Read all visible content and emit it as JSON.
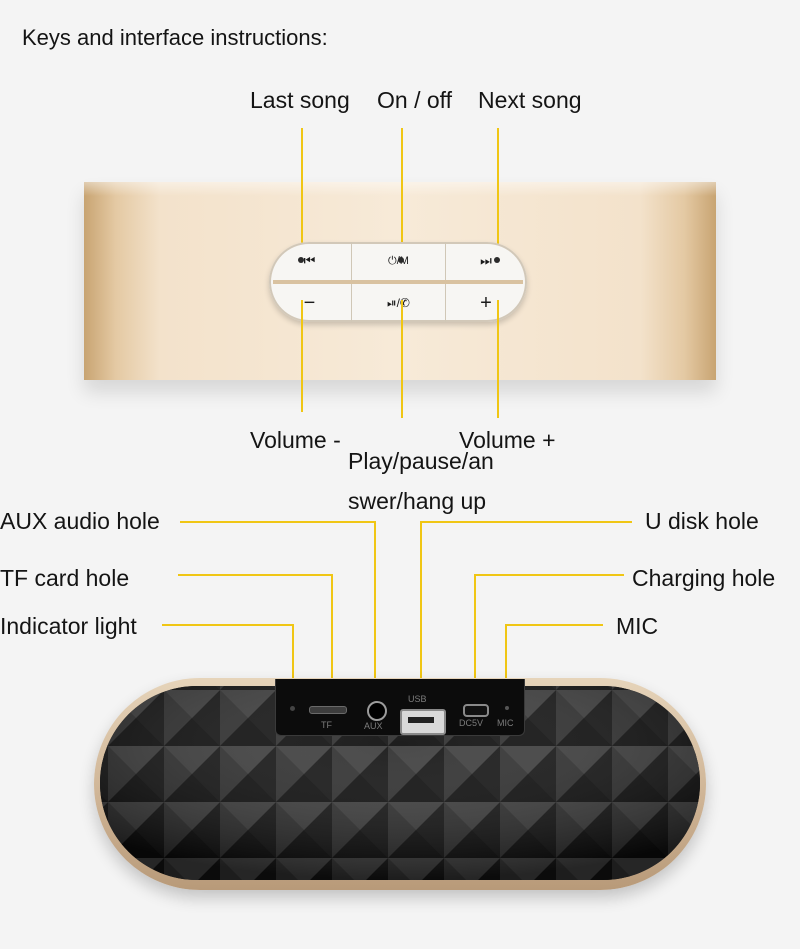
{
  "title": "Keys and interface instructions:",
  "top_labels": {
    "last_song": "Last song",
    "on_off": "On / off",
    "next_song": "Next song",
    "volume_down": "Volume -",
    "volume_up": "Volume +",
    "play_pause_line1": "Play/pause/an",
    "play_pause_line2": "swer/hang up"
  },
  "keypad": {
    "prev": "⏮",
    "power": "⏻/M",
    "next": "⏭",
    "minus": "−",
    "play": "⏯/✆",
    "plus": "+"
  },
  "bottom_labels": {
    "aux": "AUX audio hole",
    "tf": "TF card hole",
    "indicator": "Indicator light",
    "u_disk": "U disk hole",
    "charging": "Charging hole",
    "mic": "MIC"
  },
  "port_labels": {
    "tf": "TF",
    "aux": "AUX",
    "usb": "USB",
    "dc": "DC5V",
    "mic": "MIC"
  },
  "colors": {
    "leader_line": "#f0c614",
    "gold": "#e4c9a3",
    "grille": "#1e1e1e"
  }
}
